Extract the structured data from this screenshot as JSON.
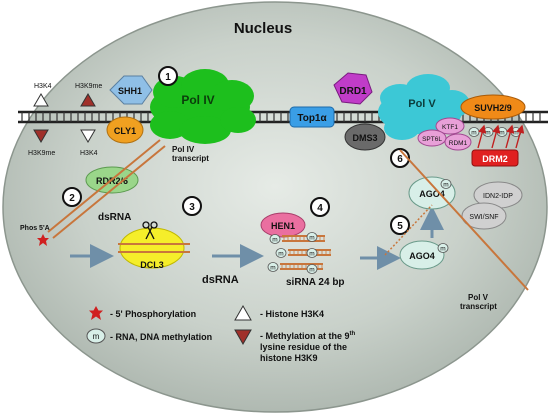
{
  "title": "Nucleus",
  "steps": [
    "1",
    "2",
    "3",
    "4",
    "5",
    "6"
  ],
  "proteins": {
    "shh1": "SHH1",
    "pol4": "Pol IV",
    "clsy1": "CLY1",
    "drd1": "DRD1",
    "pol5": "Pol V",
    "top1a": "Top1α",
    "dms3": "DMS3",
    "suvh": "SUVH2/9",
    "ktf1": "KTF1",
    "spt6l": "SPT6L",
    "rdm1": "RDM1",
    "drm2": "DRM2",
    "rdr": "RDR2/6",
    "dcl3": "DCL3",
    "hen1": "HEN1",
    "ago4_top": "AGO4",
    "ago4_bottom": "AGO4",
    "idn2": "IDN2-IDP",
    "swi": "SWI/SNF"
  },
  "histone_marks": {
    "h3k4_top": "H3K4",
    "h3k9me_top": "H3K9me",
    "h3k9me_bottom": "H3K9me",
    "h3k4_bottom": "H3K4"
  },
  "texts": {
    "pol4_transcript": "Pol IV\ntranscript",
    "phos": "Phos 5'A",
    "dsrna1": "dsRNA",
    "dsrna2": "dsRNA",
    "sirna": "siRNA 24 bp",
    "pol5_transcript": "Pol V\ntranscript",
    "methyl_mark": "m"
  },
  "legend": {
    "phos": "- 5' Phosphorylation",
    "methyl": "- RNA, DNA methylation",
    "h3k4": "- Histone H3K4",
    "h3k9_line1": "- Methylation at the 9",
    "h3k9_sup": "th",
    "h3k9_line2": "lysine residue of the",
    "h3k9_line3": "histone H3K9"
  },
  "colors": {
    "nucleus_fill": "#b9c3bb",
    "pol4": "#1dbf1d",
    "pol5": "#3cc8d6",
    "shh1": "#8fbfe6",
    "clsy1": "#f0a020",
    "drd1": "#c03cc8",
    "suvh": "#f08a18",
    "drm2": "#e02020",
    "rna": "#c8763c",
    "dcl3": "#f5ee2a"
  }
}
